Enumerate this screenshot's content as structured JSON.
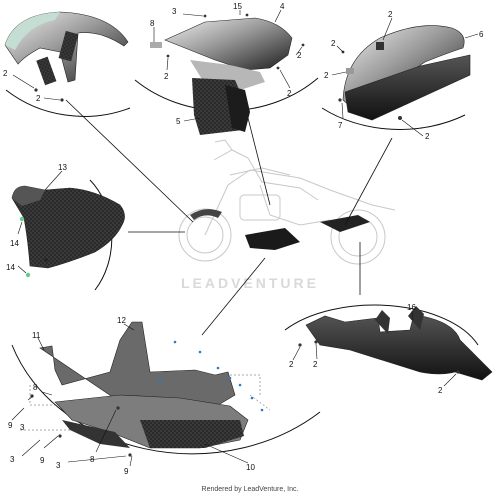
{
  "watermark": "LEADVENTURE",
  "credit": "Rendered by LeadVenture, Inc.",
  "callouts": {
    "front_fender": [
      "2",
      "2"
    ],
    "side_panel": [
      "3",
      "15",
      "4",
      "8",
      "2",
      "2",
      "2",
      "5"
    ],
    "rear_hugger": [
      "2",
      "6",
      "2",
      "2",
      "7",
      "2"
    ],
    "engine_cover": [
      "13",
      "14",
      "14"
    ],
    "skid_plate": [
      "11",
      "12",
      "8",
      "3",
      "9",
      "9",
      "3",
      "8",
      "9",
      "3",
      "10"
    ],
    "chain_guard": [
      "16",
      "2",
      "2",
      "2"
    ]
  }
}
